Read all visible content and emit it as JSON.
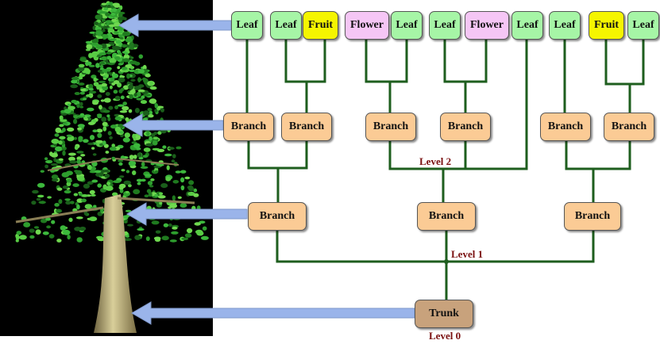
{
  "colors": {
    "leaf": "#a6f5a6",
    "fruit": "#f5f500",
    "flower": "#f5c6f5",
    "branch": "#fbcb95",
    "trunk": "#c8a27c",
    "connector": "#1e5e1e",
    "arrow": "#9ab4ea",
    "level_text": "#7a1010",
    "panel_background": "#000000"
  },
  "top_row": {
    "n1": "Leaf",
    "n2": "Leaf",
    "n3": "Fruit",
    "n4": "Flower",
    "n5": "Leaf",
    "n6": "Leaf",
    "n7": "Flower",
    "n8": "Leaf",
    "n9": "Leaf",
    "n10": "Fruit",
    "n11": "Leaf"
  },
  "level2_branches": {
    "b1": "Branch",
    "b2": "Branch",
    "b3": "Branch",
    "b4": "Branch",
    "b5": "Branch",
    "b6": "Branch"
  },
  "level1_branches": {
    "b1": "Branch",
    "b2": "Branch",
    "b3": "Branch"
  },
  "trunk": {
    "label": "Trunk"
  },
  "levels": {
    "level2": "Level 2",
    "level1": "Level 1",
    "level0": "Level 0"
  }
}
